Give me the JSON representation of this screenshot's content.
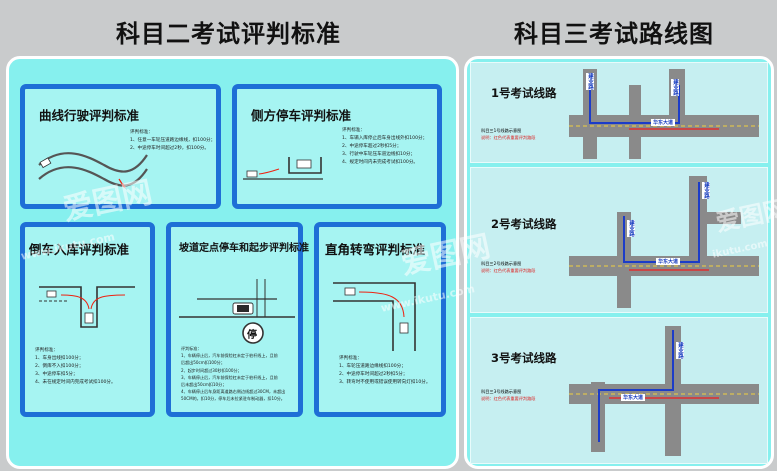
{
  "headers": {
    "left": "科目二考试评判标准",
    "right": "科目三考试路线图"
  },
  "cards": {
    "curve": {
      "title": "曲线行驶评判标准",
      "rules": [
        "评判标准：",
        "1、任意一车轮压道路边缘线，扣100分；",
        "2、中途停车时间超过2秒，扣100分。"
      ]
    },
    "parallel": {
      "title": "侧方停车评判标准",
      "rules": [
        "评判标准：",
        "1、车辆入库停止后车身出线外扣100分；",
        "2、中途停车超过2秒扣5分；",
        "3、行驶中车轮压车道边线扣10分；",
        "4、规定时间内未完成考试扣100分。"
      ]
    },
    "reverse": {
      "title": "倒车入库评判标准",
      "rules": [
        "评判标准：",
        "1、车身出线扣100分；",
        "2、倒库不入扣100分；",
        "3、中途停车扣5分；",
        "4、未在规定时间内完成考试扣100分。"
      ]
    },
    "slope": {
      "title": "坡道定点停车和起步评判标准",
      "stop_sign": "停",
      "rules": [
        "评判标准：",
        "1、车辆停止后，汽车前保险杠未定于桩杆线上，且前",
        "后超出50cm扣100分；",
        "2、起步时间超过30秒扣100分；",
        "3、车辆停止后，汽车前保险杠未定于桩杆线上，且前",
        "后未超出50cm扣10分；",
        "4、车辆停止后车身距离道路右侧边线超过30CM，未超出",
        "50CM的，扣10分，停车后未拉紧驻车制动器，扣10分。"
      ]
    },
    "rightangle": {
      "title": "直角转弯评判标准",
      "rules": [
        "评判标准：",
        "1、车轮压道路边缘线扣100分；",
        "2、中途停车时间超过2秒扣5分；",
        "3、转弯时不使用或错误使用转向灯扣10分。"
      ]
    }
  },
  "routes": [
    {
      "title": "1号考试线路",
      "legend": [
        "科目三1号线路示意图",
        "说明：红色代表重要评判路段"
      ]
    },
    {
      "title": "2号考试线路",
      "legend": [
        "科目三2号线路示意图",
        "说明：红色代表重要评判路段"
      ]
    },
    {
      "title": "3号考试线路",
      "legend": [
        "科目三3号线路示意图",
        "说明：红色代表重要评判路段"
      ]
    }
  ],
  "streets": {
    "r1": [
      "建业路",
      "华东大道",
      "建业路"
    ],
    "r2": [
      "建业路",
      "建业路",
      "华东大道"
    ],
    "r3": [
      "建业路",
      "华东大道"
    ]
  },
  "watermark": {
    "logo": "爱图网",
    "url": "www.ikutu.com",
    "tag": "ikutu.com"
  },
  "colors": {
    "board": "#86f0ee",
    "card": "#a6f4f2",
    "card_border": "#1e6fd6",
    "route_red": "#e03030",
    "route_path": "#1c3cc8"
  }
}
